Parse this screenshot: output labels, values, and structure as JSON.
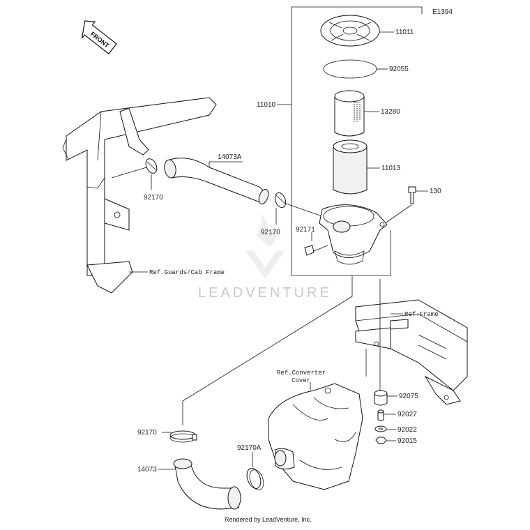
{
  "diagram_code": "E1394",
  "front_label": "FRONT",
  "watermark": "LEADVENTURE",
  "footer": "Rendered by LeadVenture, Inc.",
  "colors": {
    "line": "#111111",
    "watermark": "#c9c9c9"
  },
  "parts": {
    "p11011": "11011",
    "p92055": "92055",
    "p11010": "11010",
    "p13280": "13280",
    "p11013": "11013",
    "p130": "130",
    "p14073A": "14073A",
    "p92170_left": "92170",
    "p92170_mid": "92170",
    "p92171": "92171",
    "p92075": "92075",
    "p92027": "92027",
    "p92022": "92022",
    "p92015": "92015",
    "p92170_low": "92170",
    "p92170A": "92170A",
    "p14073": "14073"
  },
  "refs": {
    "guards": "Ref.Guards/Cab Frame",
    "frame": "Ref.Frame",
    "converter_1": "Ref.Converter",
    "converter_2": "Cover"
  }
}
